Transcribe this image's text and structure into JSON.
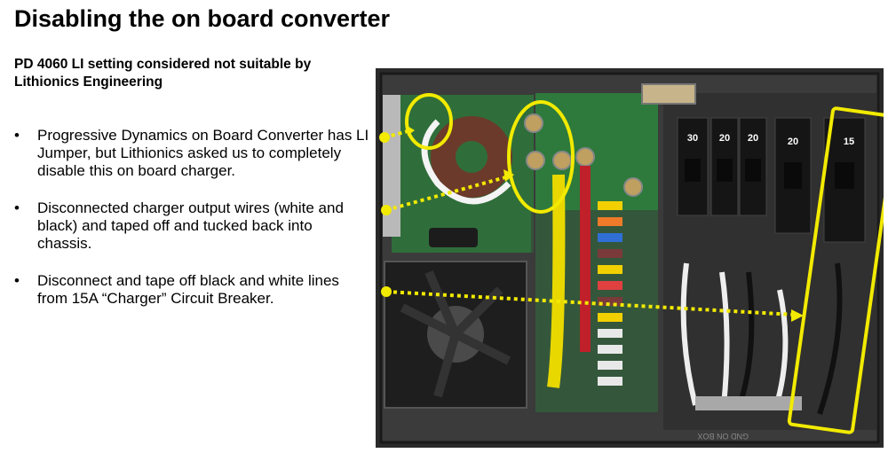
{
  "slide": {
    "title": "Disabling the on board converter",
    "subtitle": "PD 4060 LI setting considered not suitable by Lithionics Engineering",
    "bullets": [
      "Progressive Dynamics on Board Converter has LI Jumper, but Lithionics asked us to completely disable this on board charger.",
      "Disconnected charger output wires (white and black) and taped off and tucked back into chassis.",
      "Disconnect and tape off black and white lines from 15A “Charger” Circuit Breaker."
    ]
  },
  "photo": {
    "breaker_labels": [
      "30",
      "20",
      "20",
      "20",
      "15"
    ],
    "panel_text": "GND ON BOX",
    "highlight_color": "#f2ea00"
  }
}
